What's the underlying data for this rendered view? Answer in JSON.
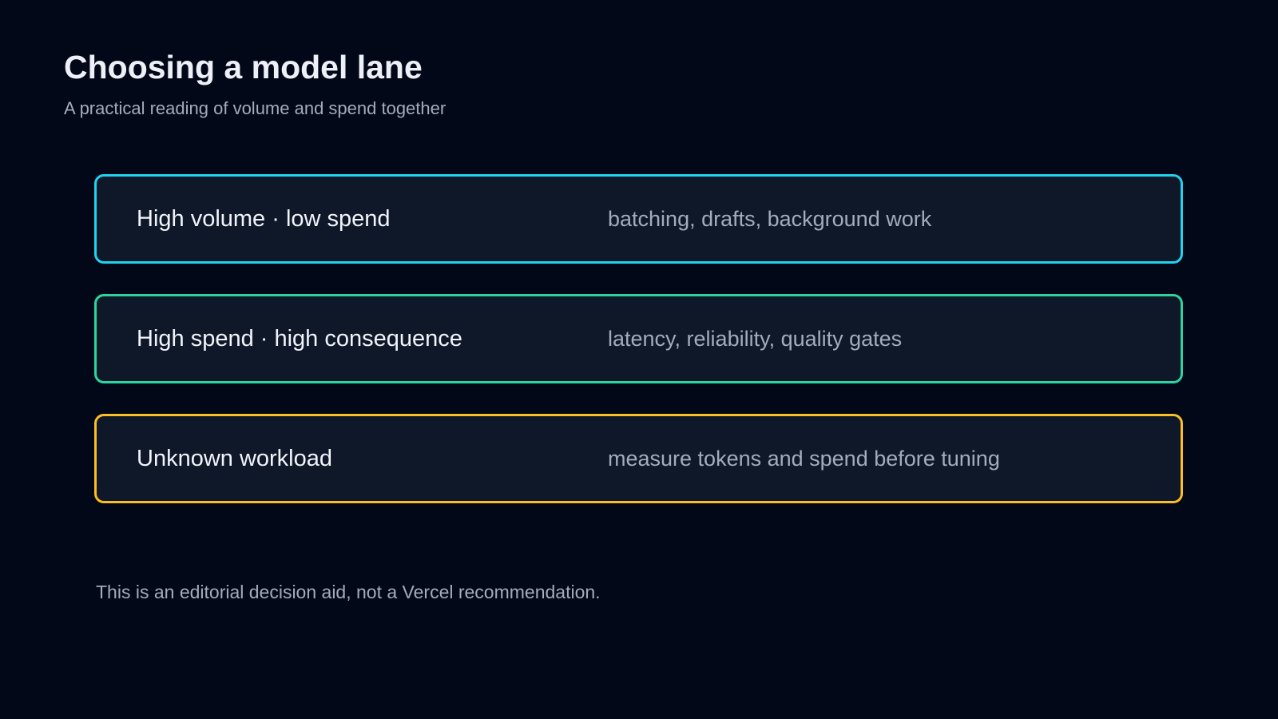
{
  "header": {
    "title": "Choosing a model lane",
    "subtitle": "A practical reading of volume and spend together"
  },
  "lanes": [
    {
      "label": "High volume · low spend",
      "description": "batching, drafts, background work",
      "color": "#22d3ee"
    },
    {
      "label": "High spend · high consequence",
      "description": "latency, reliability, quality gates",
      "color": "#2dd4a0"
    },
    {
      "label": "Unknown workload",
      "description": "measure tokens and spend before tuning",
      "color": "#fbbf24"
    }
  ],
  "footnote": "This is an editorial decision aid, not a Vercel recommendation."
}
